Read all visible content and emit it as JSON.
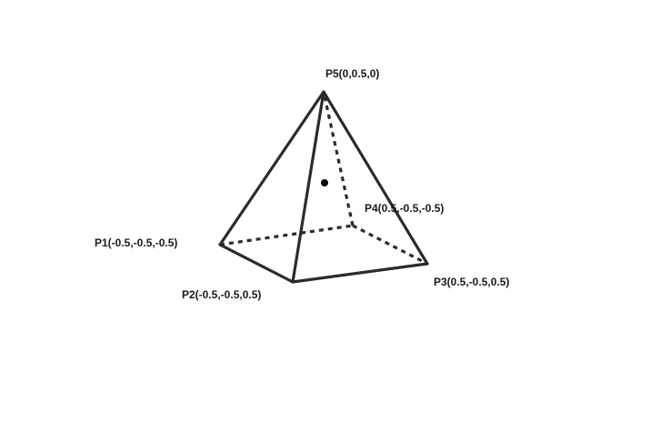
{
  "diagram": {
    "vertices": [
      {
        "id": "P1",
        "label": "P1(-0.5,-0.5,-0.5)"
      },
      {
        "id": "P2",
        "label": "P2(-0.5,-0.5,0.5)"
      },
      {
        "id": "P3",
        "label": "P3(0.5,-0.5,0.5)"
      },
      {
        "id": "P4",
        "label": "P4(0.5,-0.5,-0.5)"
      },
      {
        "id": "P5",
        "label": "P5(0,0.5,0)"
      }
    ],
    "edges": [
      {
        "from": "P1",
        "to": "P2",
        "style": "solid"
      },
      {
        "from": "P2",
        "to": "P3",
        "style": "solid"
      },
      {
        "from": "P1",
        "to": "P5",
        "style": "solid"
      },
      {
        "from": "P2",
        "to": "P5",
        "style": "solid"
      },
      {
        "from": "P3",
        "to": "P5",
        "style": "solid"
      },
      {
        "from": "P1",
        "to": "P4",
        "style": "dashed"
      },
      {
        "from": "P4",
        "to": "P3",
        "style": "dashed"
      },
      {
        "from": "P4",
        "to": "P5",
        "style": "dashed"
      }
    ],
    "colors": {
      "stroke": "#2b2b2b",
      "text": "#1a1a1a",
      "background": "#ffffff"
    }
  }
}
